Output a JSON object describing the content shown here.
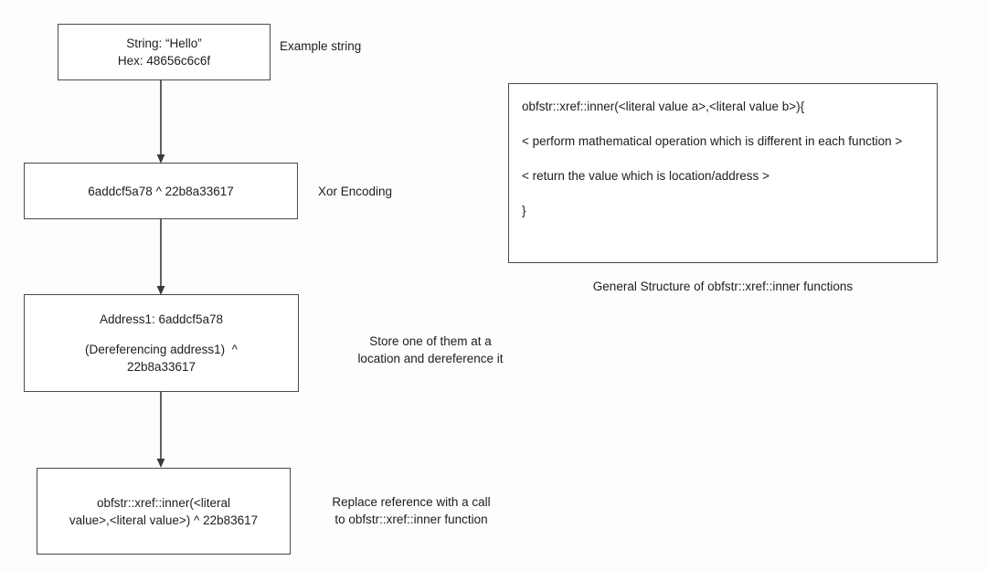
{
  "diagram": {
    "title_caption": "General Structure of obfstr::xref::inner functions",
    "colors": {
      "background": "#fdfdfd",
      "box_border": "#4b4b4b",
      "box_fill": "#ffffff",
      "text": "#1d1d1d",
      "arrow": "#3a3a3a"
    },
    "nodes": [
      {
        "id": "node-string",
        "lines": [
          "String: “Hello”",
          "Hex: 48656c6c6f"
        ],
        "annotation": "Example string"
      },
      {
        "id": "node-xor",
        "lines": [
          "6addcf5a78 ^ 22b8a33617"
        ],
        "annotation": "Xor Encoding"
      },
      {
        "id": "node-deref",
        "lines": [
          "Address1: 6addcf5a78",
          "(Dereferencing address1)  ^",
          "22b8a33617"
        ],
        "annotation": "Store one of them at a\nlocation and dereference it"
      },
      {
        "id": "node-inner-call",
        "lines": [
          "obfstr::xref::inner(<literal",
          "value>,<literal value>) ^ 22b83617"
        ],
        "annotation": "Replace reference with a call\nto obfstr::xref::inner function"
      }
    ],
    "code_panel": {
      "lines": [
        "obfstr::xref::inner(<literal value a>,<literal value b>){",
        "< perform mathematical operation which is different in each function >",
        "< return the value which is location/address >",
        "}"
      ],
      "caption": "General Structure of obfstr::xref::inner functions"
    },
    "arrows": [
      {
        "id": "arrow-string-to-xor",
        "from": "node-string",
        "to": "node-xor"
      },
      {
        "id": "arrow-xor-to-deref",
        "from": "node-xor",
        "to": "node-deref"
      },
      {
        "id": "arrow-deref-to-inner",
        "from": "node-deref",
        "to": "node-inner-call"
      }
    ]
  }
}
